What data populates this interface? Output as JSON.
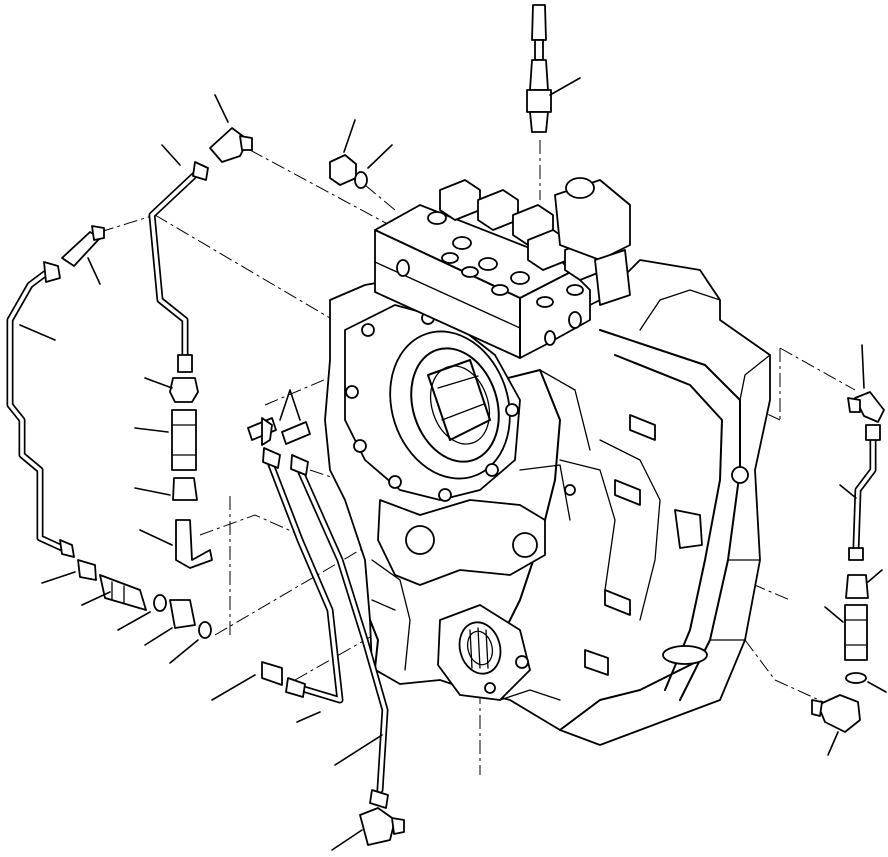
{
  "diagram": {
    "kind": "exploded-parts-view",
    "subject": "transmission-housing-with-control-valve-and-lube-lines",
    "callout_leaders": 27,
    "labels": []
  }
}
